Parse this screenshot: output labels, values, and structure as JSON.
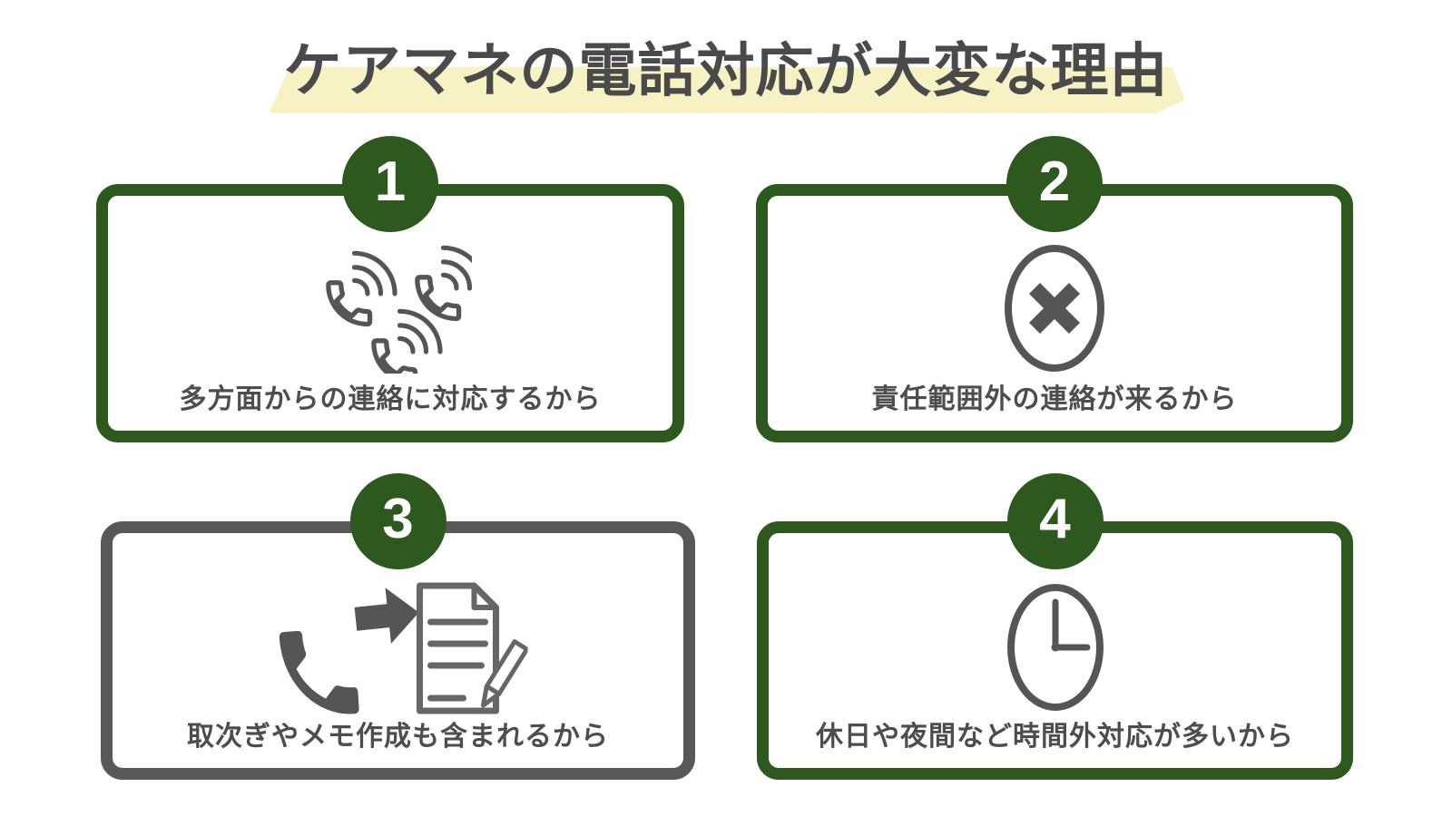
{
  "page": {
    "background": "#ffffff"
  },
  "title": {
    "text": "ケアマネの電話対応が大変な理由",
    "text_color": "#4a4a4a",
    "highlight_color": "#f7f2c4"
  },
  "colors": {
    "accent_green": "#2d581e",
    "gray_border": "#585858",
    "icon_gray": "#555555",
    "caption_gray": "#4d4d4d"
  },
  "cards": [
    {
      "number": "1",
      "caption": "多方面からの連絡に対応するから",
      "icon": "ringing-phones-icon",
      "border_color": "#2d581e"
    },
    {
      "number": "2",
      "caption": "責任範囲外の連絡が来るから",
      "icon": "cross-circle-icon",
      "border_color": "#2d581e"
    },
    {
      "number": "3",
      "caption": "取次ぎやメモ作成も含まれるから",
      "icon": "phone-to-memo-icon",
      "border_color": "#585858"
    },
    {
      "number": "4",
      "caption": "休日や夜間など時間外対応が多いから",
      "icon": "clock-icon",
      "border_color": "#2d581e"
    }
  ]
}
